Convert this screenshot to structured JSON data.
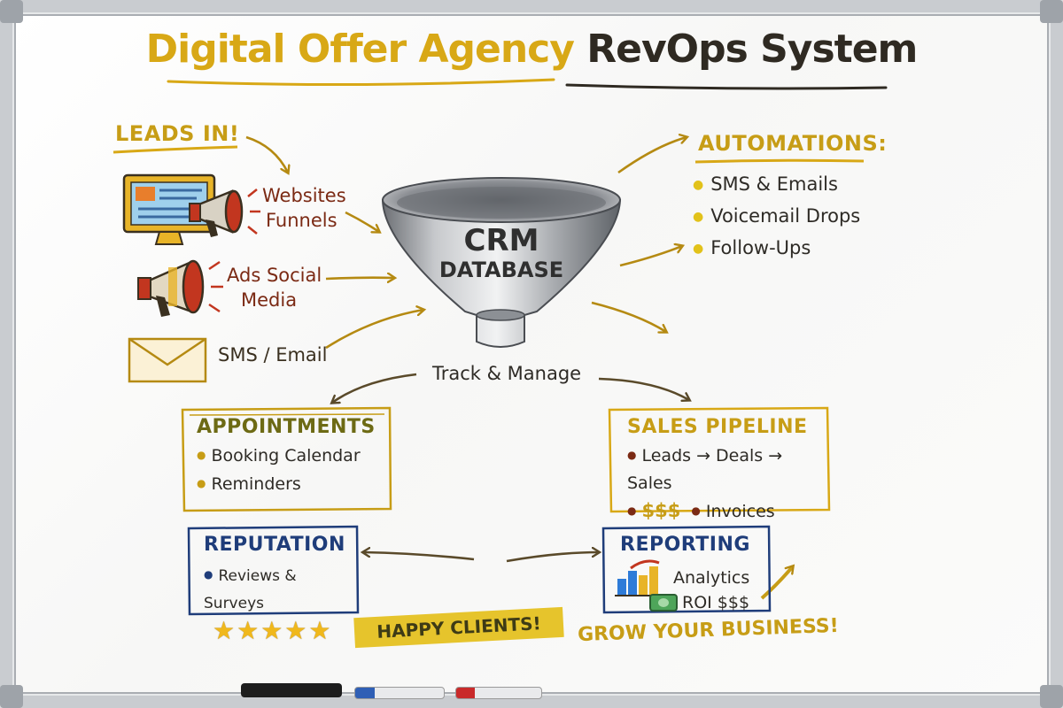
{
  "title": {
    "part1": "Digital Offer Agency",
    "part2": "RevOps System"
  },
  "leads": {
    "heading": "LEADS IN!",
    "websites": "Websites",
    "funnels": "Funnels",
    "ads_social": "Ads Social",
    "media": "Media",
    "sms_email": "SMS / Email"
  },
  "crm": {
    "line1": "CRM",
    "line2": "DATABASE",
    "caption": "Track & Manage"
  },
  "automations": {
    "heading": "AUTOMATIONS:",
    "items": [
      "SMS & Emails",
      "Voicemail Drops",
      "Follow-Ups"
    ]
  },
  "appointments": {
    "heading": "APPOINTMENTS",
    "items": [
      "Booking Calendar",
      "Reminders"
    ]
  },
  "sales_pipeline": {
    "heading": "SALES PIPELINE",
    "line1": "Leads → Deals → Sales",
    "line2_money": "$$$",
    "line2_text": "Invoices"
  },
  "reputation": {
    "heading": "REPUTATION",
    "item": "Reviews & Surveys",
    "stars": "★★★★★",
    "star_rating": 5
  },
  "reporting": {
    "heading": "REPORTING",
    "analytics": "Analytics",
    "roi": "ROI $$$"
  },
  "banners": {
    "happy_clients": "HAPPY CLIENTS!",
    "grow": "GROW YOUR BUSINESS!"
  },
  "colors": {
    "yellow": "#d8a816",
    "marker_yellow": "#e2c21a",
    "red_brown": "#7b2a14",
    "navy": "#1f3d7a",
    "olive": "#6d6a14",
    "arrow": "#b58a12"
  }
}
